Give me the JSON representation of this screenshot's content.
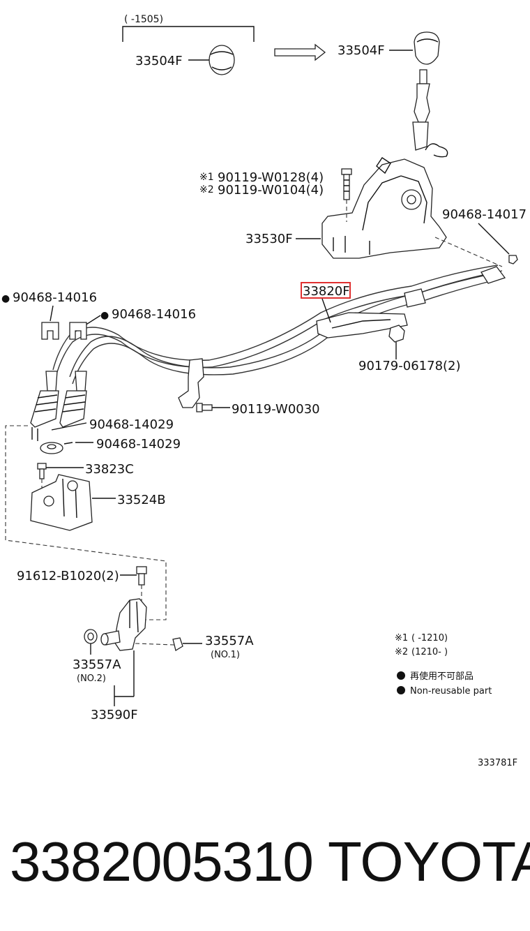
{
  "labels": {
    "range_1505": "(      -1505)",
    "knob_old": "33504F",
    "knob_new": "33504F",
    "bolt_note1_mark": "※1",
    "bolt_note1": "90119-W0128(4)",
    "bolt_note2_mark": "※2",
    "bolt_note2": "90119-W0104(4)",
    "clip_right": "90468-14017",
    "shift_lever_housing": "33530F",
    "cable_assy": "33820F",
    "clip_left_a": "90468-14016",
    "clip_left_b": "90468-14016",
    "nut": "90179-06178(2)",
    "bolt_w0030": "90119-W0030",
    "clip_29a": "90468-14029",
    "clip_29b": "90468-14029",
    "bracket_bolt": "33823C",
    "bracket": "33524B",
    "bolt_b1020": "91612-B1020(2)",
    "bushing_no1": "33557A",
    "bushing_no1_sub": "(NO.1)",
    "bushing_no2": "33557A",
    "bushing_no2_sub": "(NO.2)",
    "lever_sub": "33590F"
  },
  "notes": {
    "n1_mark": "※1",
    "n1_text": "(      -1210)",
    "n2_mark": "※2",
    "n2_text": "(1210-      )",
    "legend_jp": "再使用不可部品",
    "legend_en": "Non-reusable part"
  },
  "drawing_code": "333781F",
  "footer": {
    "part_number": "3382005310",
    "brand": "TOYOTA"
  },
  "colors": {
    "highlight": "#e03030",
    "line": "#111111"
  }
}
